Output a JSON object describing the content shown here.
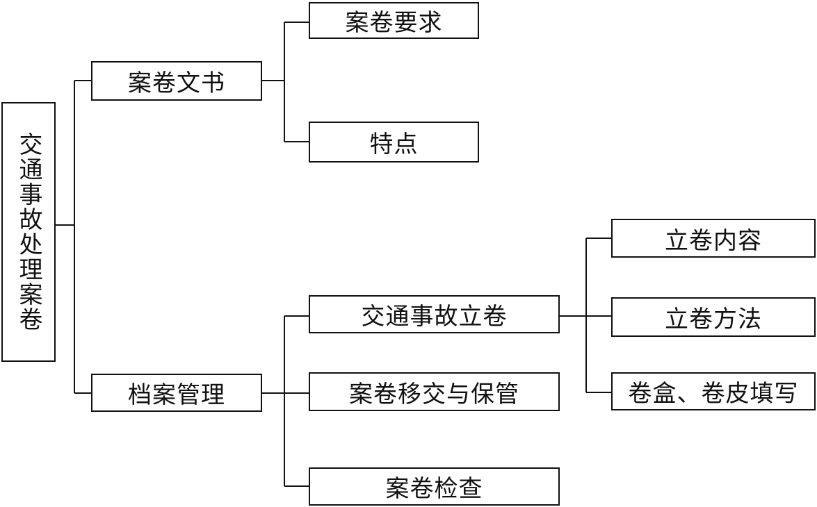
{
  "root": "交通事故处理案卷",
  "level1": {
    "docs": "案卷文书",
    "archive": "档案管理"
  },
  "level2": {
    "requirements": "案卷要求",
    "features": "特点",
    "filing": "交通事故立卷",
    "transfer": "案卷移交与保管",
    "inspection": "案卷检查"
  },
  "level3": {
    "content": "立卷内容",
    "method": "立卷方法",
    "box_cover": "卷盒、卷皮填写"
  }
}
